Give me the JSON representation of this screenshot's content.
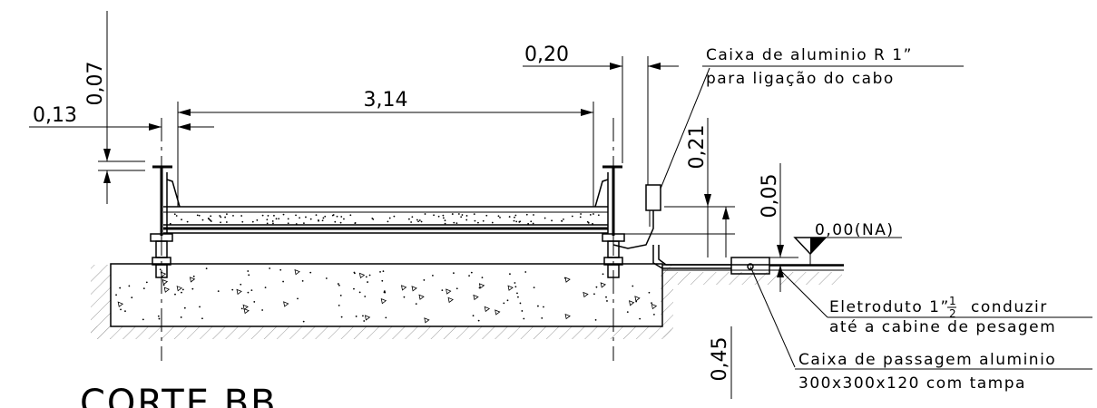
{
  "drawing": {
    "title": "CORTE BB",
    "dimensions": {
      "top_offset": "0,07",
      "left_offset": "0,13",
      "span": "3,14",
      "right_offset": "0,20",
      "right_height": "0,21",
      "box_height": "0,05",
      "depth": "0,45"
    },
    "level_label": "0,00(NA)",
    "notes": {
      "box_r1_line1": "Caixa de aluminio R 1”",
      "box_r1_line2": "para ligação do cabo",
      "conduit_part1": "Eletroduto 1”",
      "conduit_frac_num": "1",
      "conduit_frac_den": "2",
      "conduit_part2": "conduzir",
      "conduit_line2": "até a cabine de pesagem",
      "pass_box_line1": "Caixa de passagem aluminio",
      "pass_box_line2": "300x300x120 com tampa"
    }
  }
}
